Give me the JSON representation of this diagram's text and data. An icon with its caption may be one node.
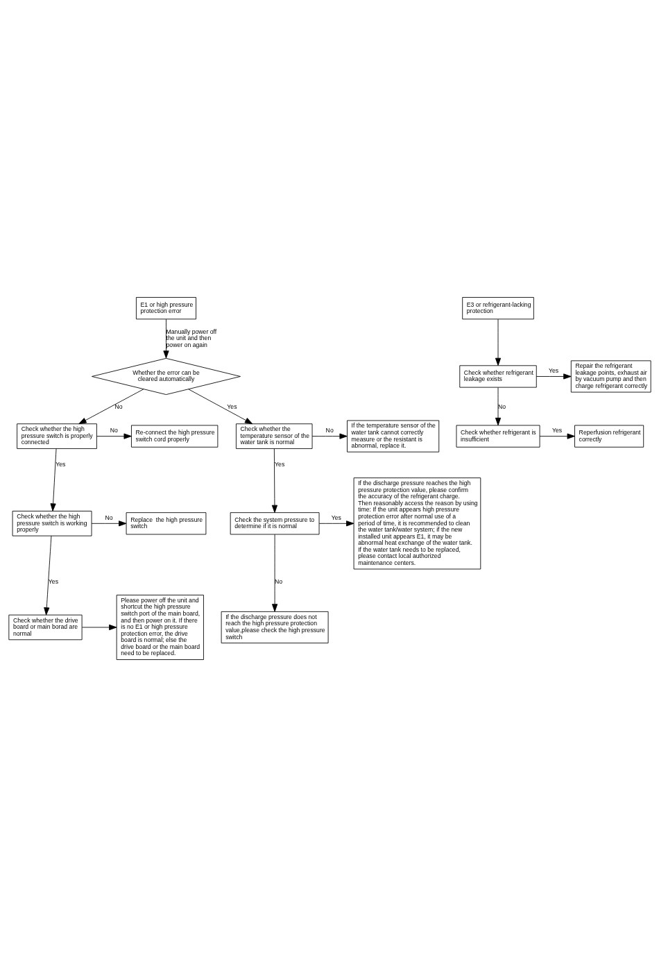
{
  "diagram": {
    "nodes": [
      {
        "text": [
          "E1 or high pressure protection error"
        ]
      },
      {
        "text": [
          "Whether the error can be cleared automatically"
        ]
      },
      {
        "text": [
          "Check whether the high pressure switch is properly connected"
        ]
      },
      {
        "text": [
          "Re-connect the high pressure switch cord properly"
        ]
      },
      {
        "text": [
          "Check whether the temperature sensor of the water tank is normal"
        ]
      },
      {
        "text": [
          "If the temperature sensor of the water tank cannot correctly measure or the resistant is abnormal, replace it."
        ]
      },
      {
        "text": [
          "Check whether the high pressure switch is working properly"
        ]
      },
      {
        "text": [
          "Replace  the high pressure switch"
        ]
      },
      {
        "text": [
          "Check the system pressure to determine if it is normal"
        ]
      },
      {
        "text": [
          "If the discharge pressure reaches the high pressure protection value, please confirm the accuracy of the refrigerant charge. Then reasonably access the reason by using time: If the unit appears high pressure protection error after normal use of a period of time, it is recommended to clean the water tank/water system; if the new installed unit appears E1, it may be abnormal heat exchange of the water tank. If the water tank needs to be replaced, please contact local authorized maintenance centers."
        ]
      },
      {
        "text": [
          "Check whether the drive board or main borad are normal"
        ]
      },
      {
        "text": [
          "Please power off the unit and shortcut the high pressure switch port of the main board, and then power on it. If there is no E1 or high pressure protection error, the drive board is normal; else the drive board or the main board need to be replaced."
        ]
      },
      {
        "text": [
          "If the discharge pressure does not reach the high pressure protection value,please check the high pressure switch"
        ]
      },
      {
        "text": [
          "E3 or refrigerant-lacking protection"
        ]
      },
      {
        "text": [
          "Check whether refrigerant leakage exists"
        ]
      },
      {
        "text": [
          "Repair the refrigerant leakage points, exhaust air by vacuum pump and then charge refrigerant correctly"
        ]
      },
      {
        "text": [
          "Check whether refrigerant is insufficient"
        ]
      },
      {
        "text": [
          "Reperfusion refrigerant correctly"
        ]
      }
    ],
    "edges": [
      {
        "from": 0,
        "to": 1,
        "arrow": "to",
        "label": "Manually power off the unit and then power on again"
      },
      {
        "from": 1,
        "to": 2,
        "arrow": "to",
        "label": "No"
      },
      {
        "from": 1,
        "to": 4,
        "arrow": "to",
        "label": "Yes"
      },
      {
        "from": 2,
        "to": 3,
        "arrow": "to",
        "label": "No"
      },
      {
        "from": 2,
        "to": 6,
        "arrow": "to",
        "label": "Yes"
      },
      {
        "from": 4,
        "to": 5,
        "arrow": "to",
        "label": "No"
      },
      {
        "from": 4,
        "to": 8,
        "arrow": "to",
        "label": "Yes"
      },
      {
        "from": 6,
        "to": 7,
        "arrow": "to",
        "label": "No"
      },
      {
        "from": 6,
        "to": 10,
        "arrow": "to",
        "label": "Yes"
      },
      {
        "from": 8,
        "to": 9,
        "arrow": "to",
        "label": "Yes"
      },
      {
        "from": 8,
        "to": 12,
        "arrow": "to",
        "label": "No"
      },
      {
        "from": 10,
        "to": 11,
        "arrow": "to"
      },
      {
        "from": 13,
        "to": 14,
        "arrow": "to"
      },
      {
        "from": 14,
        "to": 15,
        "arrow": "to",
        "label": "Yes"
      },
      {
        "from": 14,
        "to": 16,
        "arrow": "to",
        "label": "No"
      },
      {
        "from": 16,
        "to": 17,
        "arrow": "to",
        "label": "Yes"
      }
    ]
  }
}
